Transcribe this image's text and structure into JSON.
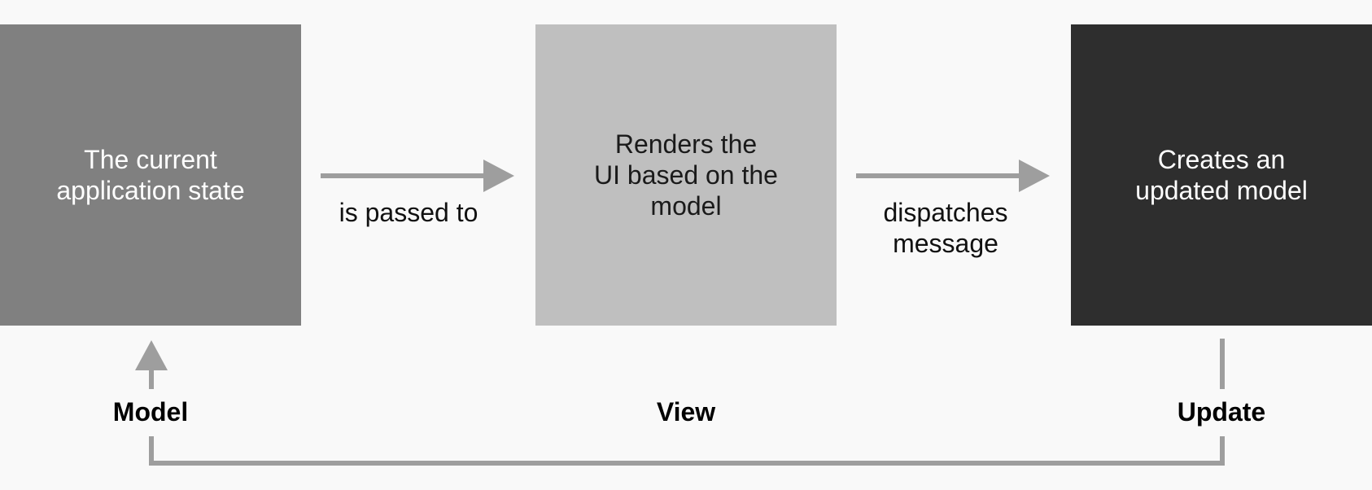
{
  "boxes": {
    "model": [
      "The current",
      "application state"
    ],
    "view": [
      "Renders the",
      "UI based on the",
      "model"
    ],
    "update": [
      "Creates an",
      "updated model"
    ]
  },
  "edges": {
    "passed": [
      "is passed to"
    ],
    "dispatches": [
      "dispatches",
      "message"
    ]
  },
  "sections": {
    "model": "Model",
    "view": "View",
    "update": "Update"
  },
  "colors": {
    "model_box": "#808080",
    "view_box": "#bfbfbf",
    "update_box": "#2e2e2e",
    "arrow": "#9e9e9e",
    "background": "#f9f9f9"
  }
}
